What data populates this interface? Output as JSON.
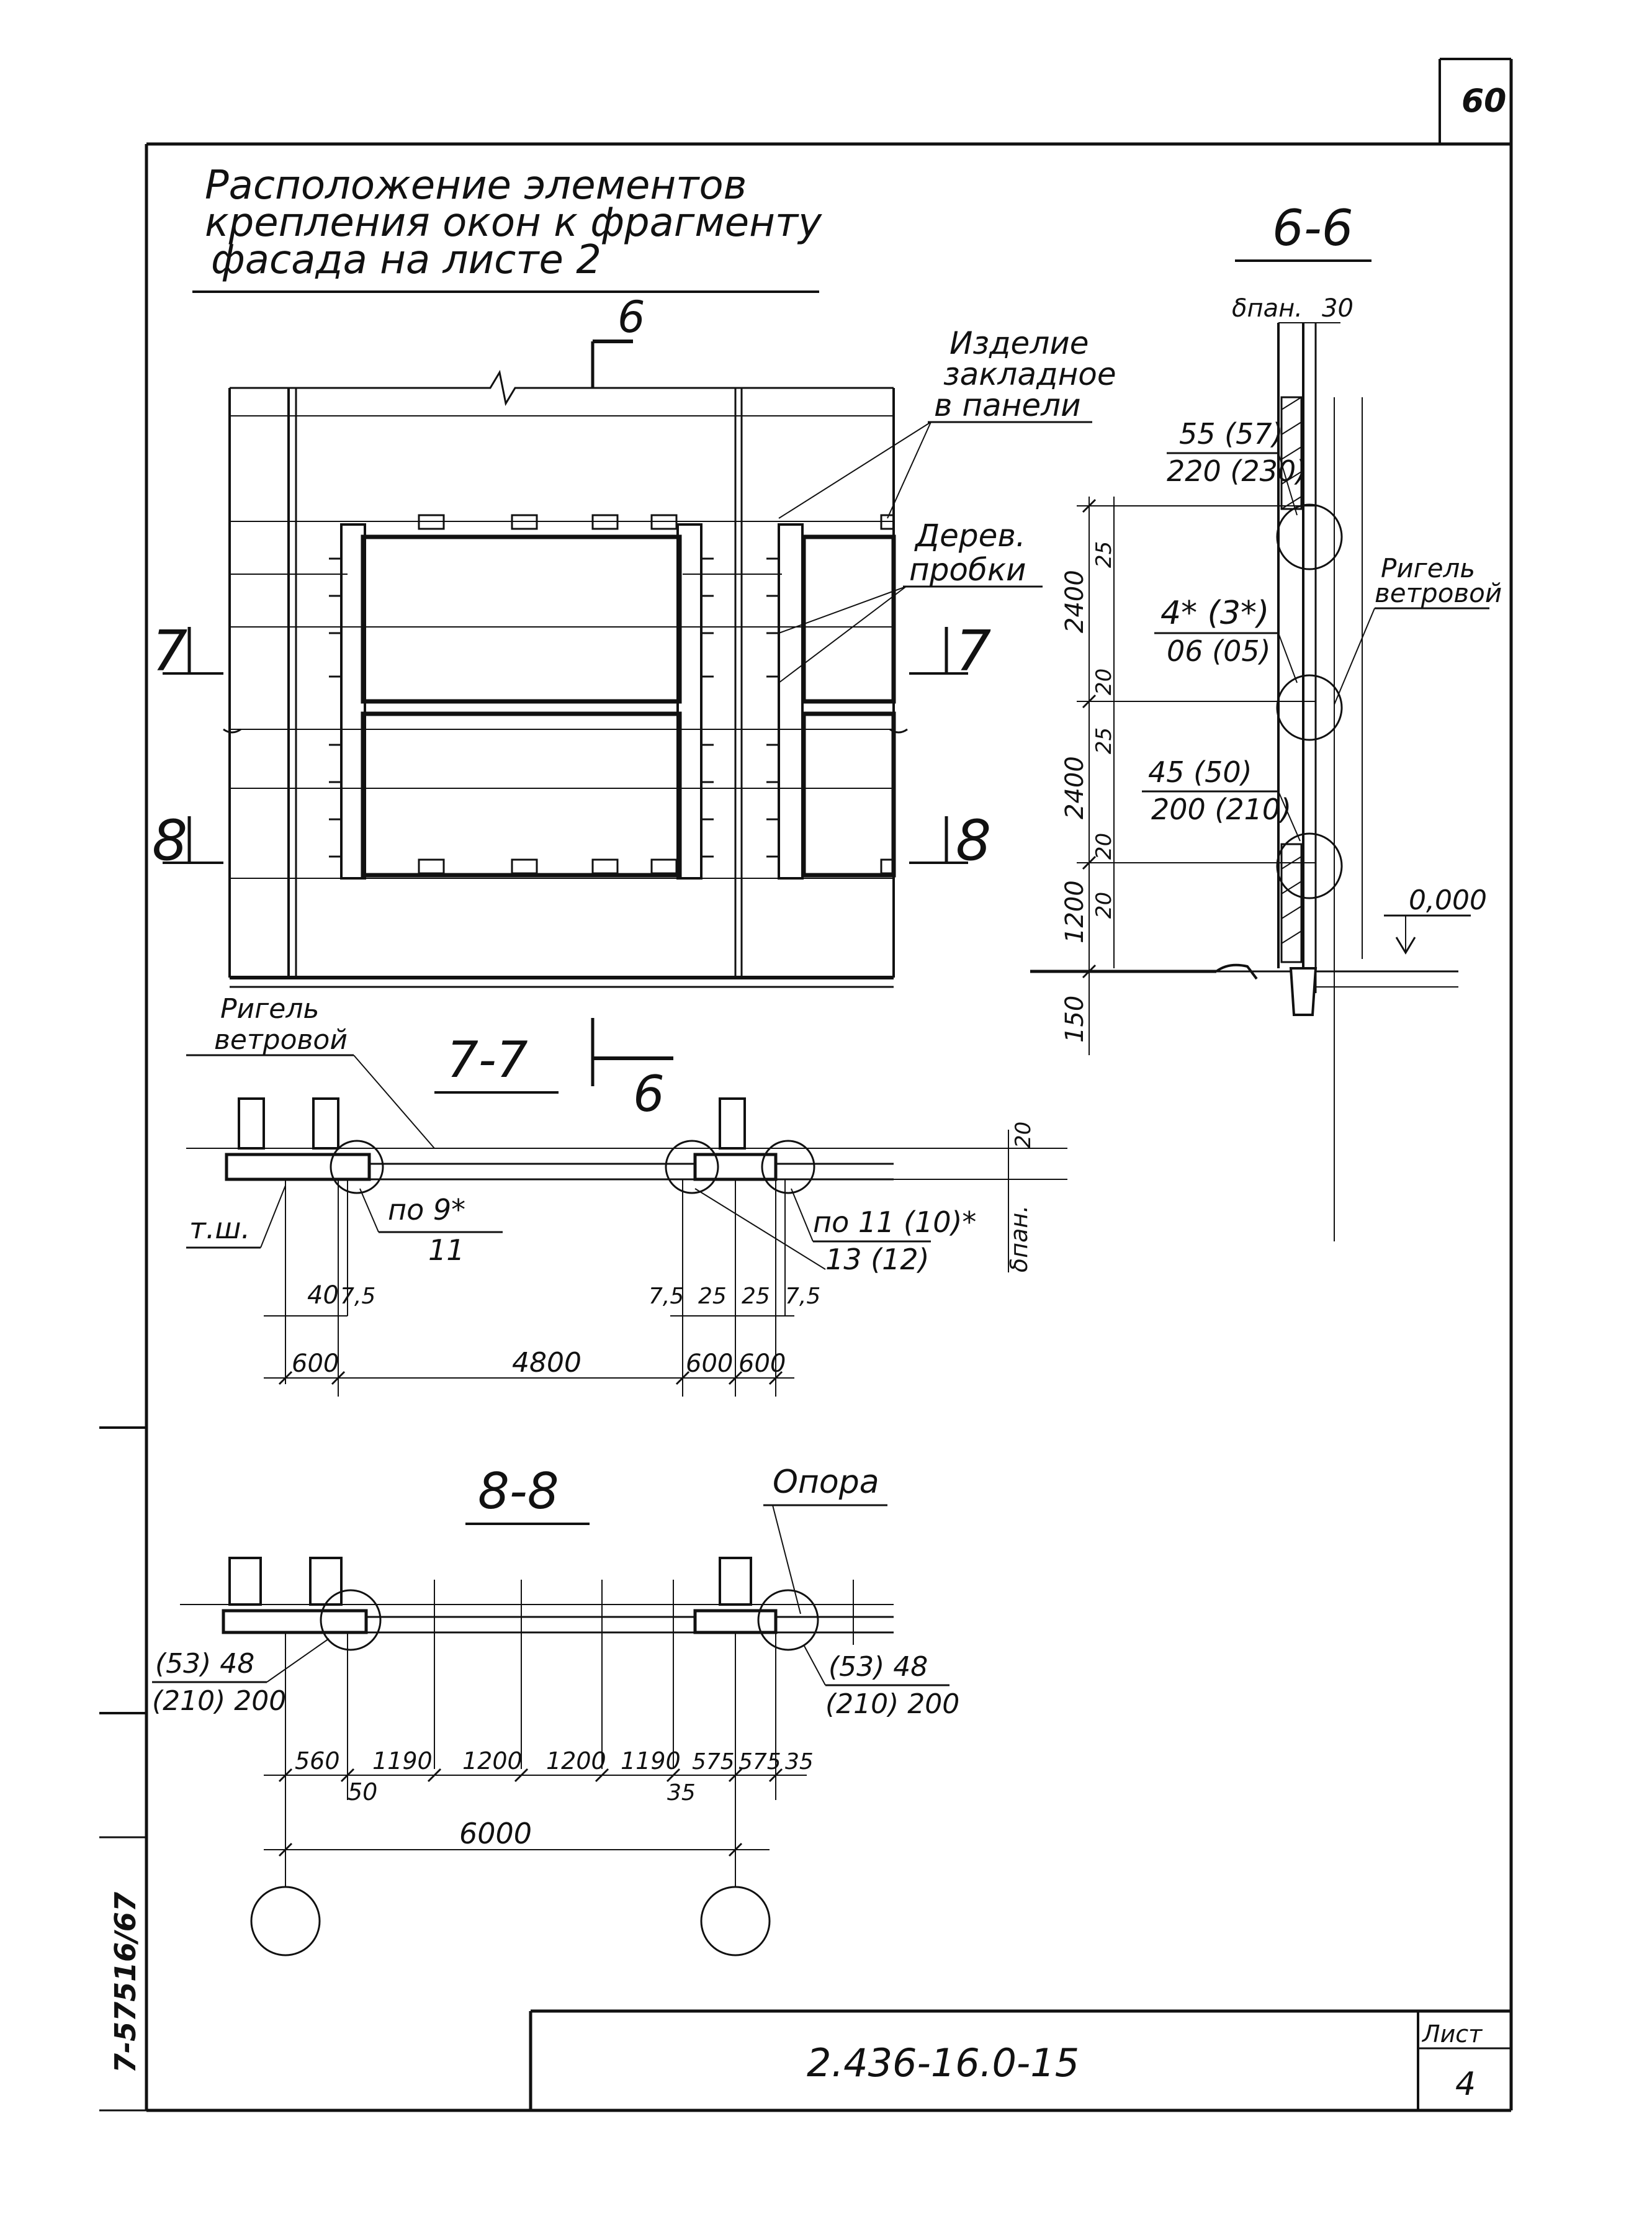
{
  "sheet": {
    "corner_number": "60",
    "side_stamp": "7-57516/67",
    "title_lines": [
      "Расположение   элементов",
      "крепления   окон   к   фрагменту",
      "фасада   на   листе   2"
    ],
    "doc_code": "2.436-16.0-15",
    "list_label": "Лист",
    "list_number": "4"
  },
  "plan": {
    "cut6_label": "6",
    "cut7_label": "7",
    "cut8_label": "8",
    "note_embedded": [
      "Изделие",
      "закладное",
      "в панели"
    ],
    "note_plugs": [
      "Дерев.",
      "пробки"
    ]
  },
  "section66": {
    "title": "6-6",
    "top_dims": [
      "δпан.",
      "30"
    ],
    "callout1": {
      "top": "55 (57)",
      "bottom": "220 (230)"
    },
    "callout2": {
      "top": "4* (3*)",
      "bottom": "06 (05)"
    },
    "callout3": {
      "top": "45 (50)",
      "bottom": "200 (210)"
    },
    "note_rigel": [
      "Ригель",
      "ветровой"
    ],
    "level": "0,000",
    "vdims": [
      "2400",
      "2400",
      "1200",
      "150"
    ],
    "small_dims": [
      "25",
      "20",
      "25",
      "20",
      "20"
    ]
  },
  "section77": {
    "title": "7-7",
    "cut_ref": "6",
    "note_rigel": [
      "Ригель",
      "ветровой"
    ],
    "note_tsh": "т.ш.",
    "callout_left": {
      "top": "по 9*",
      "bottom": "11"
    },
    "callout_right": {
      "top": "по 11 (10)*",
      "bottom": "13 (12)"
    },
    "right_dims": [
      "20",
      "δпан."
    ],
    "dims_small": [
      "40",
      "7,5",
      "7,5",
      "25",
      "25",
      "7,5"
    ],
    "dims_main": [
      "600",
      "4800",
      "600",
      "600"
    ]
  },
  "section88": {
    "title": "8-8",
    "note_support": "Опора",
    "callout_left": {
      "top": "(53) 48",
      "bottom": "(210) 200"
    },
    "callout_right": {
      "top": "(53) 48",
      "bottom": "(210) 200"
    },
    "dims_row1": [
      "560",
      "1190",
      "1200",
      "1200",
      "1190",
      "575",
      "575",
      "35"
    ],
    "dims_row2": [
      "50",
      "35"
    ],
    "dim_total": "6000"
  }
}
